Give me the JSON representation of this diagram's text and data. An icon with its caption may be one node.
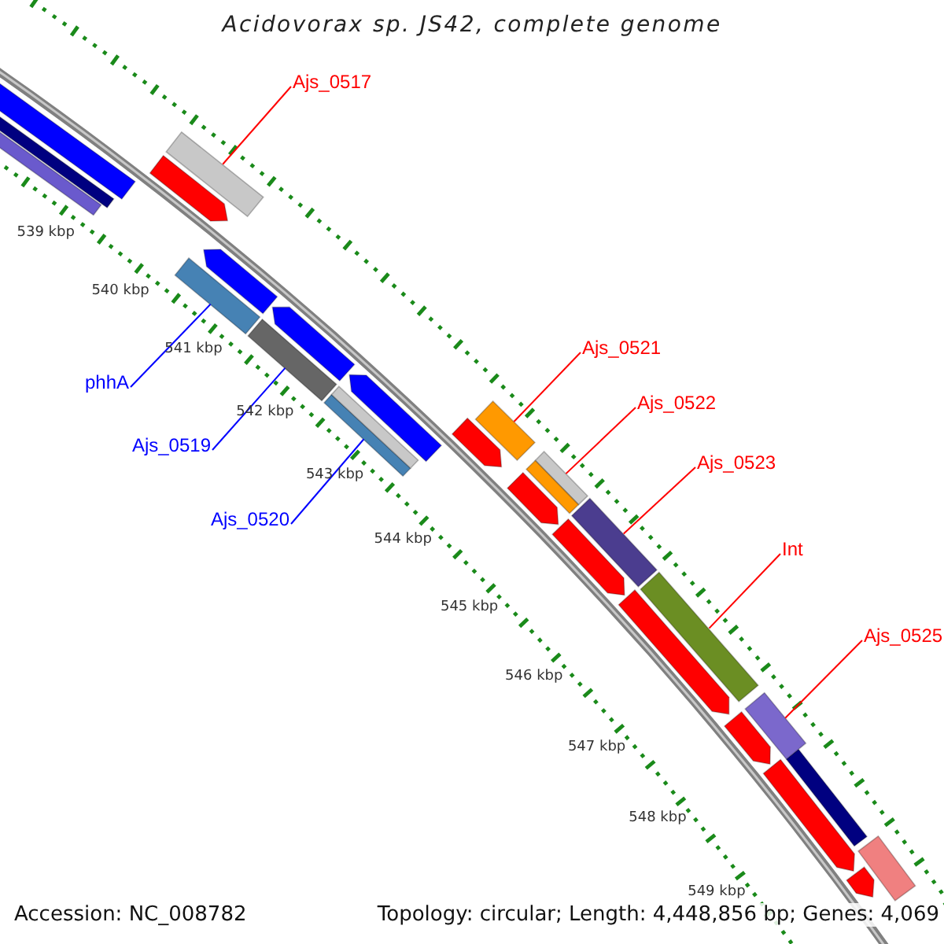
{
  "diagram": {
    "title": "Acidovorax sp. JS42, complete genome",
    "nodes": [
      {
        "text": [
          "Ajs_0517"
        ]
      },
      {
        "text": [
          "Ajs_0521"
        ]
      },
      {
        "text": [
          "phhA"
        ]
      },
      {
        "text": [
          "Ajs_0522"
        ]
      },
      {
        "text": [
          "Ajs_0519"
        ]
      },
      {
        "text": [
          "Ajs_0523"
        ]
      },
      {
        "text": [
          "Ajs_0520"
        ]
      },
      {
        "text": [
          "Int"
        ]
      },
      {
        "text": [
          "Ajs_0525"
        ]
      },
      {
        "text": [],
        "shape": "bar"
      },
      {
        "text": [],
        "shape": "bar"
      },
      {
        "text": [],
        "shape": "bar"
      },
      {
        "text": [],
        "shape": "bar"
      },
      {
        "text": [],
        "shape": "bar"
      },
      {
        "text": [],
        "shape": "bar"
      },
      {
        "text": [],
        "shape": "bar"
      },
      {
        "text": [],
        "shape": "bar"
      },
      {
        "text": [],
        "shape": "bar"
      },
      {
        "text": [],
        "shape": "bar"
      },
      {
        "text": [],
        "shape": "bar"
      },
      {
        "text": [],
        "shape": "bar"
      },
      {
        "text": [],
        "shape": "bar"
      },
      {
        "text": [],
        "shape": "bar"
      },
      {
        "text": [],
        "shape": "bar"
      },
      {
        "text": [],
        "shape": "bar"
      },
      {
        "text": [],
        "shape": "bar"
      },
      {
        "text": [],
        "shape": "bar"
      },
      {
        "text": [],
        "shape": "bar"
      },
      {
        "text": [],
        "shape": "bar"
      },
      {
        "text": [],
        "shape": "bar"
      },
      {
        "text": [],
        "shape": "bar"
      },
      {
        "text": [],
        "shape": "bar"
      },
      {
        "text": [],
        "shape": "bar"
      },
      {
        "text": [],
        "shape": "bar"
      }
    ],
    "edges": [
      {
        "from": 0,
        "to": 9,
        "arrow": "none"
      },
      {
        "from": 1,
        "to": 10,
        "arrow": "none"
      },
      {
        "from": 2,
        "to": 11,
        "arrow": "none",
        "color": "#0000ff"
      },
      {
        "from": 3,
        "to": 12,
        "arrow": "none"
      },
      {
        "from": 4,
        "to": 13,
        "arrow": "none",
        "color": "#0000ff"
      },
      {
        "from": 5,
        "to": 14,
        "arrow": "none"
      },
      {
        "from": 6,
        "to": 15,
        "arrow": "none",
        "color": "#0000ff"
      },
      {
        "from": 7,
        "to": 16,
        "arrow": "none"
      },
      {
        "from": 8,
        "to": 17,
        "arrow": "none"
      }
    ],
    "labels": [
      "539 kbp",
      "540 kbp",
      "541 kbp",
      "542 kbp",
      "543 kbp",
      "544 kbp",
      "545 kbp",
      "546 kbp",
      "547 kbp",
      "548 kbp",
      "549 kbp",
      "Accession: NC_008782",
      "Topology: circular; Length: 4,448,856 bp; Genes: 4,069"
    ]
  }
}
